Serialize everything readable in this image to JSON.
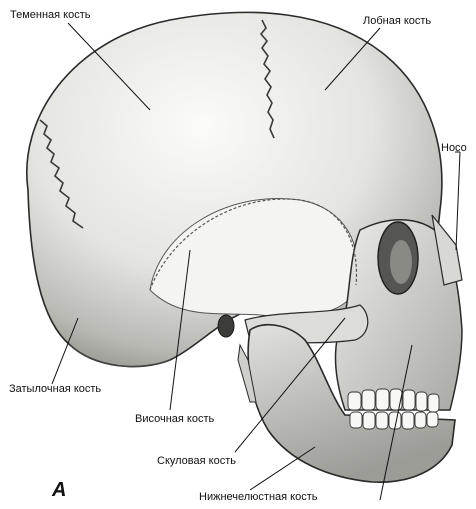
{
  "figure_letter": "А",
  "labels": {
    "parietal": "Теменная кость",
    "frontal": "Лобная кость",
    "nasal": "Носо",
    "occipital": "Затылочная кость",
    "temporal": "Височная кость",
    "zygomatic": "Скуловая кость",
    "mandible": "Нижнечелюстная кость"
  },
  "colors": {
    "bone_light": "#f2f2f0",
    "bone_mid": "#c9c9c5",
    "bone_dark": "#6e6e6a",
    "line": "#1a1a1a"
  }
}
